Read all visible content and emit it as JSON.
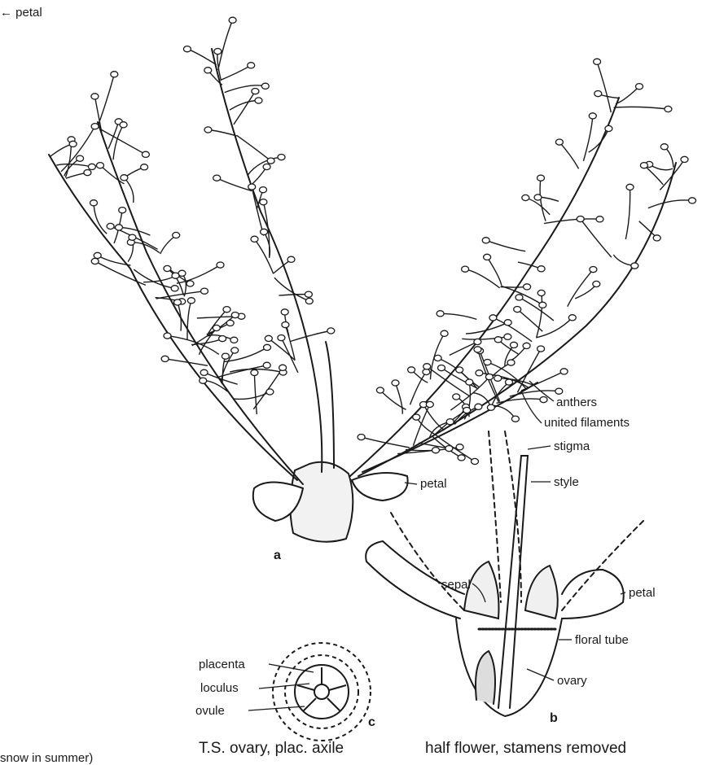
{
  "labels": {
    "petal_top": "← petal",
    "anthers": "anthers",
    "united_filaments": "united filaments",
    "stigma": "stigma",
    "style": "style",
    "petal_a": "petal",
    "fig_a": "a",
    "sepal": "sepal",
    "petal_b": "petal",
    "floral_tube": "floral tube",
    "ovary": "ovary",
    "fig_b": "b",
    "placenta": "placenta",
    "loculus": "loculus",
    "ovule": "ovule",
    "fig_c": "c"
  },
  "captions": {
    "c": "T.S. ovary, plac. axile",
    "b": "half flower, stamens removed",
    "cut": "snow in summer)"
  },
  "colors": {
    "ink": "#1a1a1a",
    "paper": "#ffffff"
  }
}
